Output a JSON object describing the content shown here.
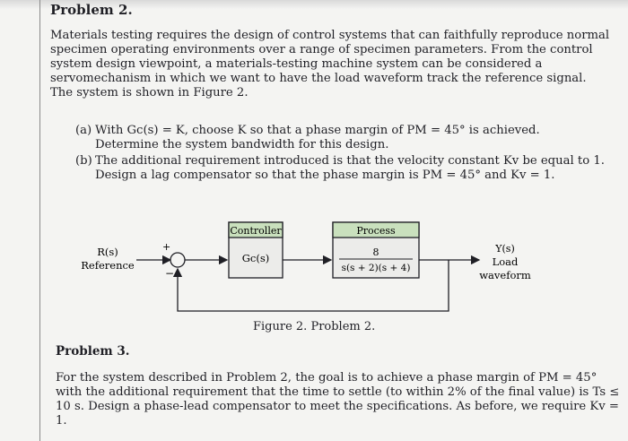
{
  "problem2": {
    "heading": "Problem 2.",
    "paragraph_lines": [
      "Materials testing requires the design of control systems that can faithfully reproduce normal",
      "specimen operating environments over a range of specimen parameters. From the control",
      "system design viewpoint, a materials-testing machine system can be considered a",
      "servomechanism in which we want to have the load waveform track the reference signal.",
      "The system is shown in Figure 2."
    ],
    "part_a": {
      "label": "(a)",
      "line1": "With Gc(s) = K, choose K so that a phase margin of PM = 45° is achieved.",
      "line2": "Determine the system bandwidth for this design."
    },
    "part_b": {
      "label": "(b)",
      "line1": "The additional requirement introduced is that the velocity constant Kv be equal to 1.",
      "line2": "Design a lag compensator so that the phase margin is PM = 45° and Kv = 1."
    }
  },
  "figure": {
    "input_symbol": "R(s)",
    "input_label": "Reference",
    "plus_sign": "+",
    "minus_sign": "−",
    "controller_title": "Controller",
    "controller_tf": "Gc(s)",
    "process_title": "Process",
    "process_numerator": "8",
    "process_denominator": "s(s + 2)(s + 4)",
    "output_symbol": "Y(s)",
    "output_label_line1": "Load",
    "output_label_line2": "waveform",
    "caption": "Figure 2. Problem 2.",
    "block_header_color": "#c9e0bd"
  },
  "problem3": {
    "heading": "Problem 3.",
    "lines": [
      "For the system described in Problem 2, the goal is to achieve a phase margin of PM = 45°",
      "with the additional requirement that the time to settle (to within 2% of the final value) is Ts ≤",
      "10 s. Design a phase-lead compensator to meet the specifications. As before, we require Kv =",
      "1."
    ]
  }
}
